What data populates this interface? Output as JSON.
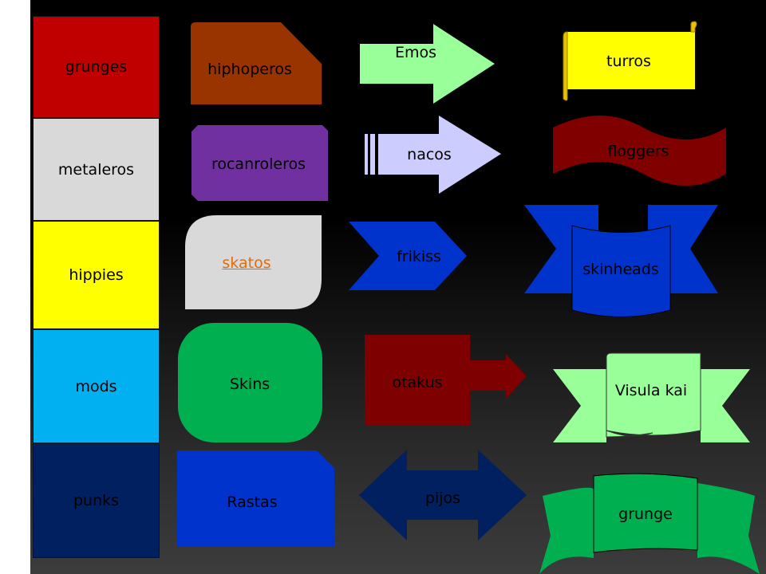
{
  "column": [
    {
      "label": "grunges",
      "color": "#c00000",
      "text_color": "#000000"
    },
    {
      "label": "metaleros",
      "color": "#d9d9d9",
      "text_color": "#000000"
    },
    {
      "label": "hippies",
      "color": "#ffff00",
      "text_color": "#000000"
    },
    {
      "label": "mods",
      "color": "#00b0f0",
      "text_color": "#000000"
    },
    {
      "label": "punks",
      "color": "#002060",
      "text_color": "#000000"
    }
  ],
  "shapes": {
    "hiphoperos": {
      "label": "hiphoperos",
      "color": "#993300"
    },
    "rocanroleros": {
      "label": "rocanroleros",
      "color": "#7030a0"
    },
    "skatos": {
      "label": "skatos",
      "color": "#d9d9d9",
      "link_color": "#e36c0a"
    },
    "skins": {
      "label": "Skins",
      "color": "#00b050"
    },
    "rastas": {
      "label": "Rastas",
      "color": "#0033cc"
    },
    "emos": {
      "label": "Emos",
      "color": "#99ff99"
    },
    "nacos": {
      "label": "nacos",
      "color": "#ccccff"
    },
    "frikiss": {
      "label": "frikiss",
      "color": "#0033cc"
    },
    "otakus": {
      "label": "otakus",
      "color": "#7f0000"
    },
    "pijos": {
      "label": "pijos",
      "color": "#002060"
    },
    "turros": {
      "label": "turros",
      "color": "#ffff00"
    },
    "floggers": {
      "label": "floggers",
      "color": "#800000"
    },
    "skinheads": {
      "label": "skinheads",
      "color": "#0033cc"
    },
    "visula_kai": {
      "label": "Visula kai",
      "color": "#99ff99"
    },
    "grunge": {
      "label": "grunge",
      "color": "#00b050"
    }
  }
}
